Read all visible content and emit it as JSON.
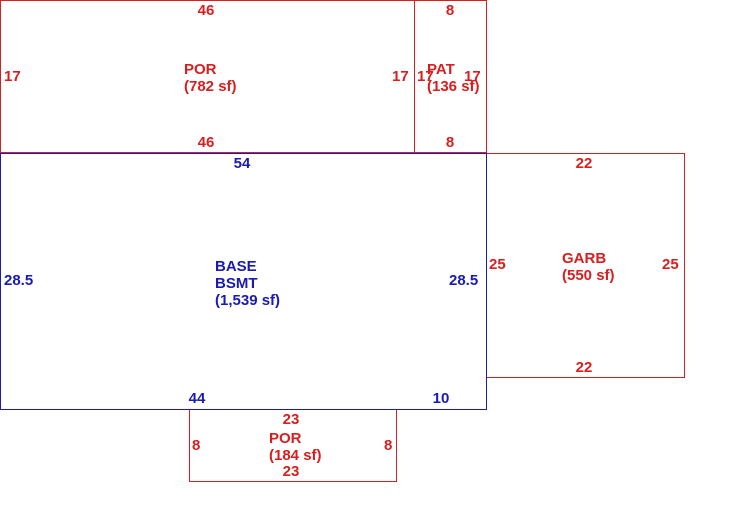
{
  "colors": {
    "red": "#d81e1e",
    "blue": "#1a1ab4"
  },
  "rooms": {
    "por_top": {
      "code": "POR",
      "area": "(782 sf)",
      "top": "46",
      "bottom": "46",
      "left": "17",
      "right": "17"
    },
    "pat": {
      "code": "PAT",
      "area": "(136 sf)",
      "top": "8",
      "bottom": "8",
      "left": "17",
      "right": "17"
    },
    "base": {
      "code": "BASE",
      "subcode": "BSMT",
      "area": "(1,539 sf)",
      "top": "54",
      "left": "28.5",
      "right": "28.5",
      "bottom_left": "44",
      "bottom_right": "10"
    },
    "garb": {
      "code": "GARB",
      "area": "(550 sf)",
      "top": "22",
      "bottom": "22",
      "left": "25",
      "right": "25"
    },
    "por_bottom": {
      "code": "POR",
      "area": "(184 sf)",
      "top": "23",
      "bottom": "23",
      "left": "8",
      "right": "8"
    }
  }
}
